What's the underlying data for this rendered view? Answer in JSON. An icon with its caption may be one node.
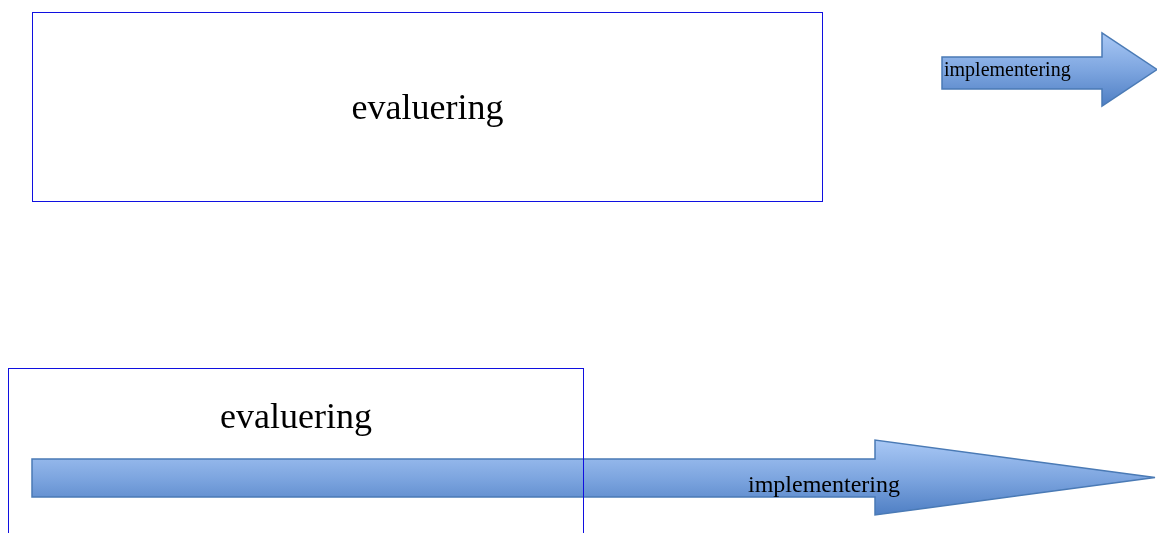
{
  "diagram": {
    "nodes": [
      {
        "text": [
          "evaluering"
        ]
      },
      {
        "text": [
          "implementering"
        ]
      },
      {
        "text": [
          "evaluering"
        ]
      },
      {
        "text": [
          "implementering"
        ]
      }
    ]
  }
}
